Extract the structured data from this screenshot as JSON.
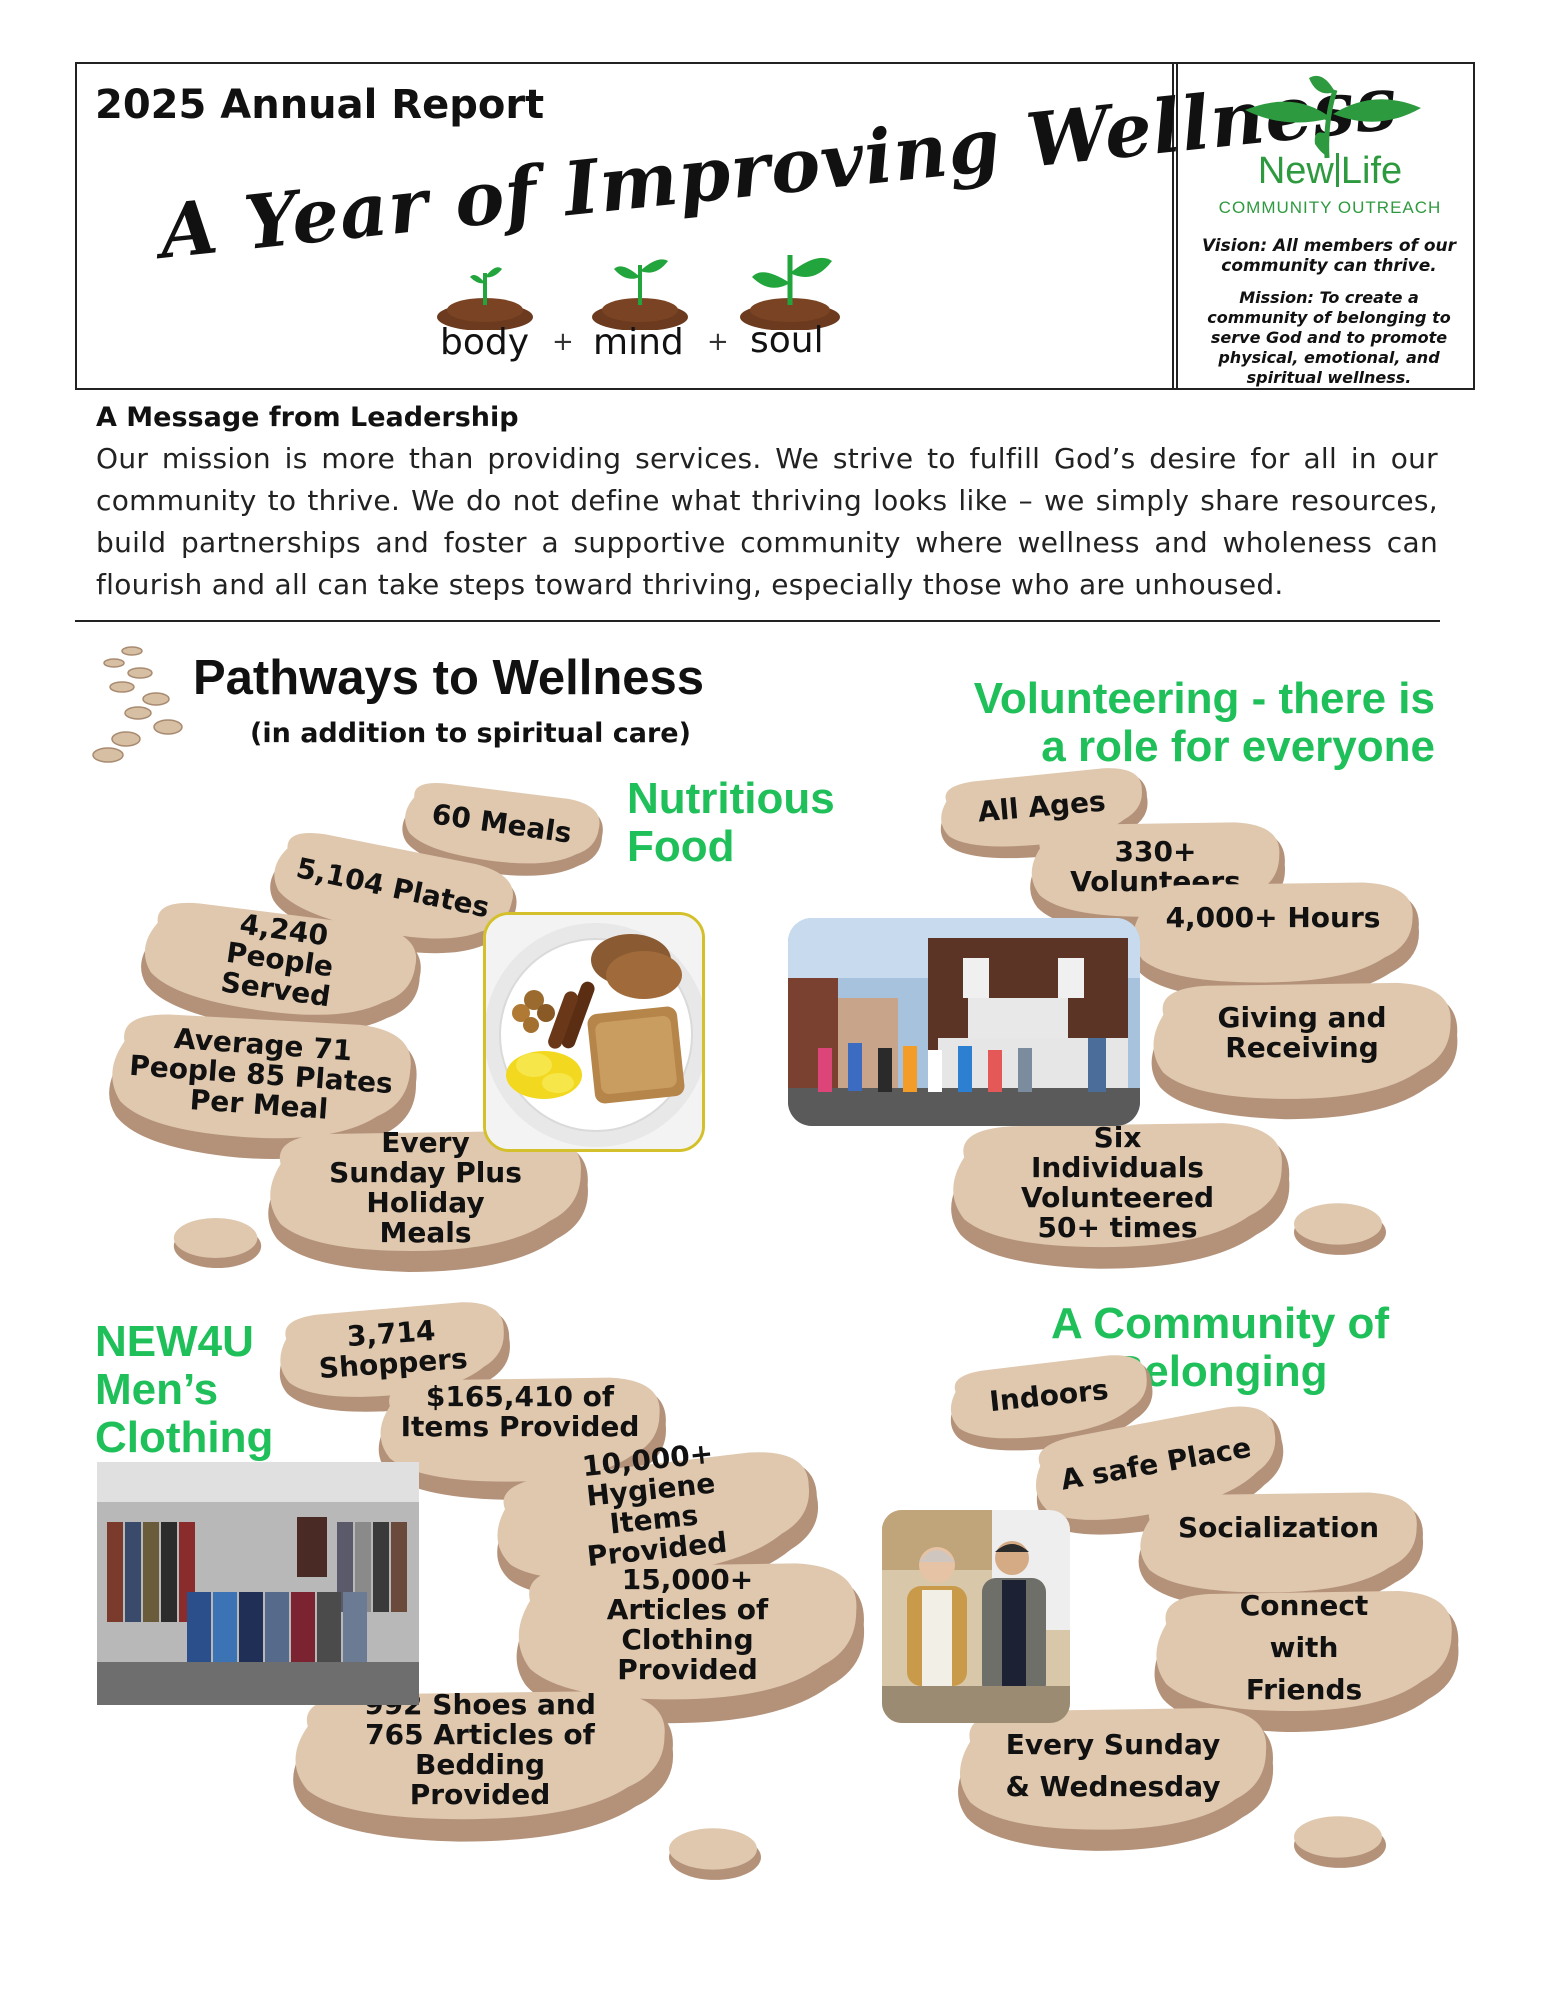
{
  "header": {
    "report_label": "2025 Annual Report",
    "headline": "A Year of Improving Wellness",
    "words": {
      "body": "body",
      "mind": "mind",
      "soul": "soul",
      "plus": "+"
    }
  },
  "logo": {
    "name_part1": "New",
    "name_part2": "Life",
    "subtitle": "COMMUNITY OUTREACH",
    "vision": "Vision: All members of our community can thrive.",
    "mission": "Mission: To create a community of belonging to serve God and to promote physical, emotional, and spiritual wellness."
  },
  "message": {
    "title": "A Message from Leadership",
    "body": "Our mission is more than providing services. We strive to fulfill God’s desire for all in our community to thrive. We do not define what thriving looks like – we simply share resources, build partnerships and foster a supportive community where wellness and wholeness can flourish and all can take steps toward thriving, especially those who are unhoused."
  },
  "pathways": {
    "title": "Pathways to Wellness",
    "subtitle": "(in addition to spiritual care)"
  },
  "food": {
    "title": "Nutritious Food",
    "stones": [
      "60 Meals",
      "5,104 Plates",
      "4,240 People Served",
      "Average 71 People 85 Plates Per Meal",
      "Every Sunday Plus Holiday Meals"
    ]
  },
  "volunteering": {
    "title": "Volunteering - there is a role for everyone",
    "stones": [
      "All Ages",
      "330+ Volunteers",
      "4,000+ Hours",
      "Giving and Receiving",
      "Six Individuals Volunteered 50+ times"
    ]
  },
  "clothing": {
    "title": "NEW4U Men’s Clothing",
    "stones": [
      "3,714 Shoppers",
      "$165,410 of Items Provided",
      "10,000+ Hygiene Items Provided",
      "15,000+ Articles of Clothing Provided",
      "992 Shoes and 765 Articles of Bedding Provided"
    ]
  },
  "belonging": {
    "title": "A Community of Belonging",
    "stones": [
      "Indoors",
      "A safe Place",
      "Socialization",
      "Connect with Friends",
      "Every Sunday & Wednesday"
    ]
  },
  "colors": {
    "accent_green": "#1fbf5a",
    "logo_green": "#2e9a3f",
    "stone_face": "#dfc8ae",
    "stone_shadow": "#b4927a",
    "soil": "#6b3a1f"
  },
  "icons": [
    "sprout-icon",
    "stepping-stones-icon",
    "logo-sprout-icon"
  ]
}
